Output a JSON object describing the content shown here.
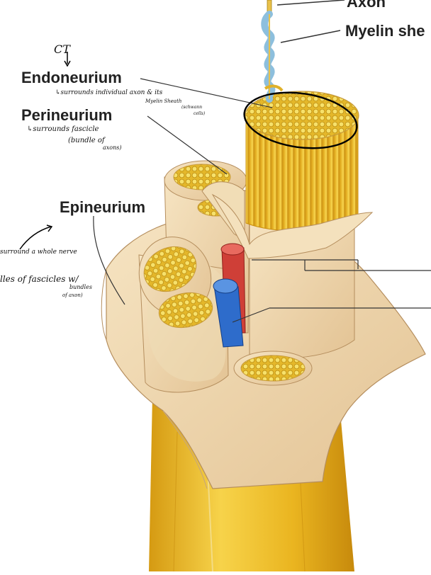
{
  "labels": {
    "axon": "Axon",
    "myelin_sheath": "Myelin she",
    "endoneurium": "Endoneurium",
    "perineurium": "Perineurium",
    "epineurium": "Epineurium"
  },
  "handwritten_notes": {
    "ct": "CT",
    "endoneurium_note": "↳surrounds individual axon & its",
    "endoneurium_note2": "Myelin Sheath",
    "endoneurium_note3": "(schwann",
    "endoneurium_note4": "cells)",
    "perineurium_note": "↳surrounds fascicle",
    "perineurium_note2": "(bundle of",
    "perineurium_note3": "axons)",
    "epineurium_note": "surround a whole nerve",
    "epineurium_note2": "lles of fascicles w/",
    "epineurium_note3": "bundles",
    "epineurium_note4": "of axon)"
  },
  "colors": {
    "nerve_yellow": "#f1c232",
    "connective_tissue": "#f3dcb4",
    "artery_red": "#d9473f",
    "vein_blue": "#2f6fce",
    "myelin_blue": "#9ecbe3",
    "ink": "#000000"
  }
}
